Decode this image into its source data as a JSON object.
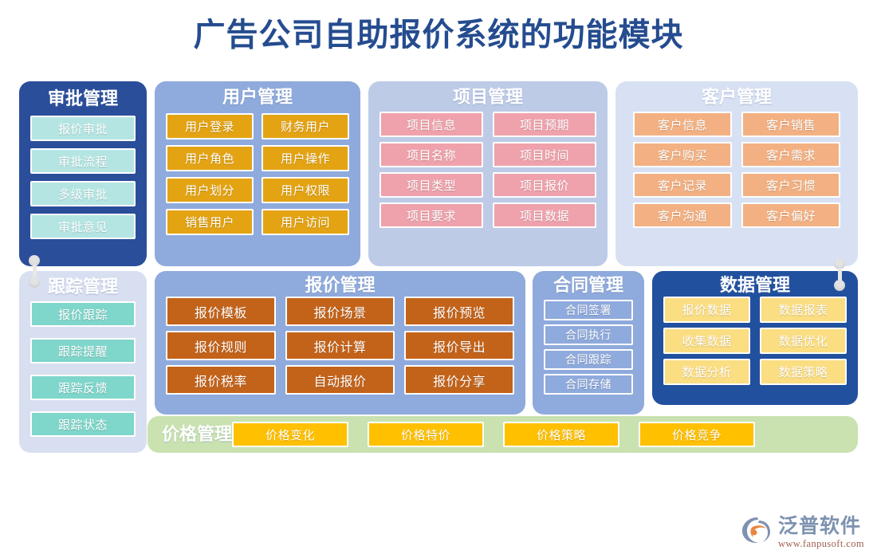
{
  "page": {
    "title": "广告公司自助报价系统的功能模块",
    "title_color": "#254C8F",
    "background": "#FFFFFF"
  },
  "panels": [
    {
      "id": "approval",
      "title": "审批管理",
      "panel_color": "#2B4E9B",
      "item_color": "#B4E5E2",
      "columns": 1,
      "items": [
        "报价审批",
        "审批流程",
        "多级审批",
        "审批意见"
      ]
    },
    {
      "id": "user",
      "title": "用户管理",
      "panel_color": "#8FAADC",
      "item_color": "#E3A313",
      "columns": 2,
      "items": [
        "用户登录",
        "财务用户",
        "用户角色",
        "用户操作",
        "用户划分",
        "用户权限",
        "销售用户",
        "用户访问"
      ]
    },
    {
      "id": "project",
      "title": "项目管理",
      "panel_color": "#BDCBE7",
      "item_color": "#EFA2AC",
      "columns": 2,
      "items": [
        "项目信息",
        "项目预期",
        "项目名称",
        "项目时间",
        "项目类型",
        "项目报价",
        "项目要求",
        "项目数据"
      ]
    },
    {
      "id": "customer",
      "title": "客户管理",
      "panel_color": "#D8E1F3",
      "item_color": "#F3B183",
      "columns": 2,
      "items": [
        "客户信息",
        "客户销售",
        "客户购买",
        "客户需求",
        "客户记录",
        "客户习惯",
        "客户沟通",
        "客户偏好"
      ]
    },
    {
      "id": "track",
      "title": "跟踪管理",
      "panel_color": "#D8DFF1",
      "item_color": "#7FD6CB",
      "columns": 1,
      "items": [
        "报价跟踪",
        "跟踪提醒",
        "跟踪反馈",
        "跟踪状态"
      ]
    },
    {
      "id": "quote",
      "title": "报价管理",
      "panel_color": "#8FAADC",
      "item_color": "#C3631A",
      "columns": 3,
      "items": [
        "报价模板",
        "报价场景",
        "报价预览",
        "报价规则",
        "报价计算",
        "报价导出",
        "报价税率",
        "自动报价",
        "报价分享"
      ]
    },
    {
      "id": "contract",
      "title": "合同管理",
      "panel_color": "#8FAADC",
      "item_color": "transparent",
      "columns": 1,
      "items": [
        "合同签署",
        "合同执行",
        "合同跟踪",
        "合同存储"
      ]
    },
    {
      "id": "data",
      "title": "数据管理",
      "panel_color": "#21509E",
      "item_color": "#FBDD82",
      "columns": 2,
      "items": [
        "报价数据",
        "数据报表",
        "收集数据",
        "数据优化",
        "数据分析",
        "数据策略"
      ]
    },
    {
      "id": "price",
      "title": "价格管理",
      "panel_color": "#C9E2B0",
      "item_color": "#FFC000",
      "columns": 4,
      "items": [
        "价格变化",
        "价格特价",
        "价格策略",
        "价格竞争"
      ]
    }
  ],
  "logo": {
    "brand": "泛普软件",
    "url": "www.fanpusoft.com",
    "brand_color": "#7E92B0",
    "url_color": "#9E5F4F",
    "mark_blue": "#7E92B0",
    "mark_orange": "#E8863C"
  }
}
